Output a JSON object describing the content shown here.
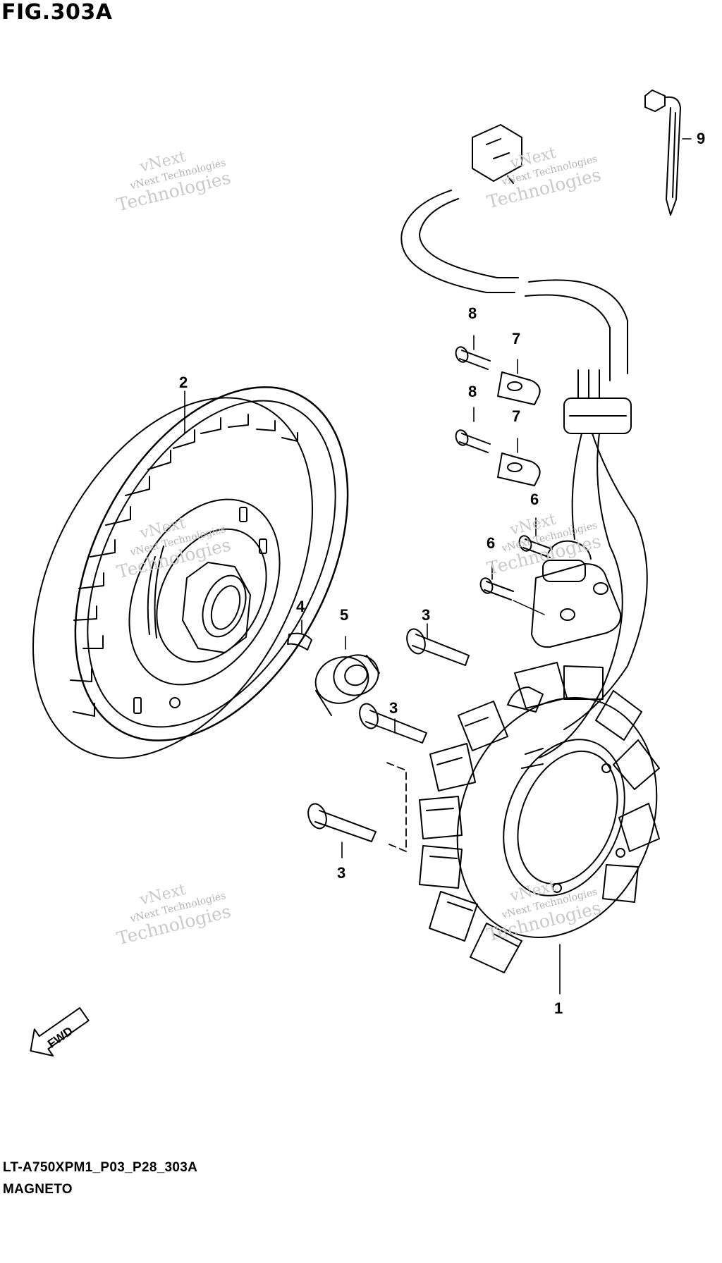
{
  "figure_title": "FIG.303A",
  "drawing_code": "LT-A750XPM1_P03_P28_303A",
  "section_name": "MAGNETO",
  "fwd_label": "FWD",
  "watermark": {
    "line1": "vNext",
    "line2": "vNext Technologies",
    "line3": "Technologies"
  },
  "callouts": [
    "1",
    "2",
    "3",
    "3",
    "3",
    "4",
    "5",
    "6",
    "6",
    "7",
    "7",
    "8",
    "8",
    "9"
  ],
  "colors": {
    "ink": "#000000",
    "background": "#ffffff",
    "watermark": "#c9c9c9"
  }
}
